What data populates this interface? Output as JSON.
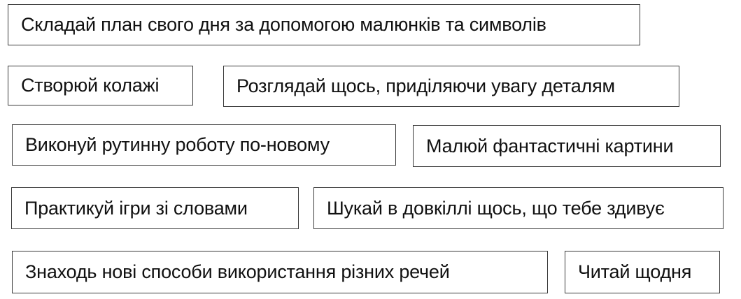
{
  "cards": [
    {
      "text": "Складай план свого дня за допомогою малюнків та символів"
    },
    {
      "text": "Створюй колажі"
    },
    {
      "text": "Розглядай щось, приділяючи увагу деталям"
    },
    {
      "text": "Виконуй рутинну роботу по-новому"
    },
    {
      "text": "Малюй фантастичні картини"
    },
    {
      "text": "Практикуй ігри зі словами"
    },
    {
      "text": "Шукай в довкіллі щось, що тебе здивує"
    },
    {
      "text": "Знаходь нові способи використання різних речей"
    },
    {
      "text": "Читай щодня"
    }
  ]
}
